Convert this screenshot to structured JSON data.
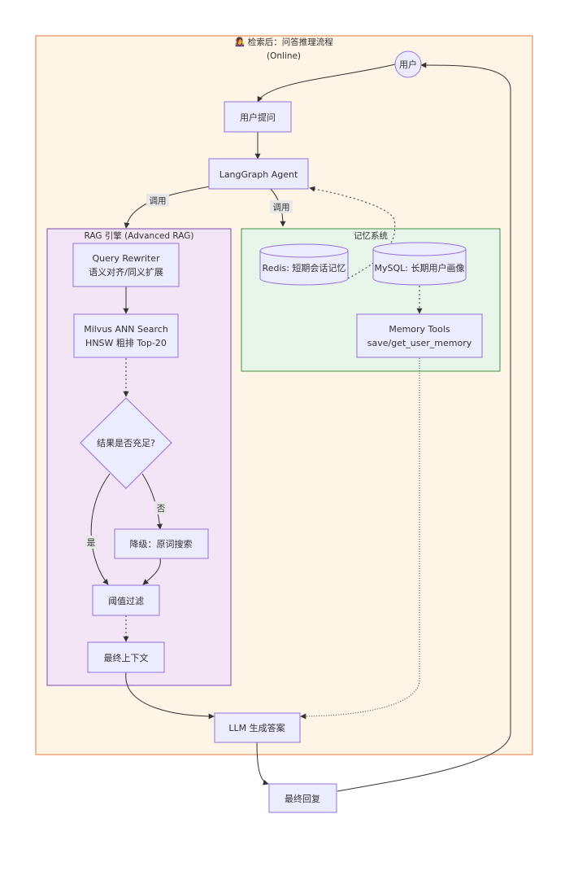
{
  "diagram": {
    "online_group": {
      "title": "👩‍🎤 检索后：问答推理流程",
      "subtitle": "(Online)"
    },
    "rag_group": {
      "title": "RAG 引擎 (Advanced RAG)"
    },
    "memory_group": {
      "title": "记忆系统"
    },
    "nodes": {
      "user": "用户",
      "user_question": "用户提问",
      "agent": "LangGraph Agent",
      "query_rewriter": {
        "line1": "Query Rewriter",
        "line2": "语义对齐/同义扩展"
      },
      "milvus": {
        "line1": "Milvus ANN Search",
        "line2": "HNSW 粗排 Top-20"
      },
      "decision": "结果是否充足?",
      "fallback": "降级：原词搜索",
      "threshold": "阈值过滤",
      "final_context": "最终上下文",
      "redis": "Redis: 短期会话记忆",
      "mysql": "MySQL: 长期用户画像",
      "memory_tools": {
        "line1": "Memory Tools",
        "line2": "save/get_user_memory"
      },
      "llm": "LLM 生成答案",
      "final_reply": "最终回复"
    },
    "edge_labels": {
      "call_rag": "调用",
      "call_memory": "调用",
      "yes": "是",
      "no": "否"
    },
    "colors": {
      "online_fill": "#fff5e6",
      "online_stroke": "#e07a3f",
      "rag_fill": "#f3e5f5",
      "rag_stroke": "#7b4bb7",
      "memory_fill": "#e8f5e9",
      "memory_stroke": "#3f8f46",
      "node_fill": "#ececff",
      "node_stroke": "#9370db",
      "edge": "#333333"
    }
  }
}
